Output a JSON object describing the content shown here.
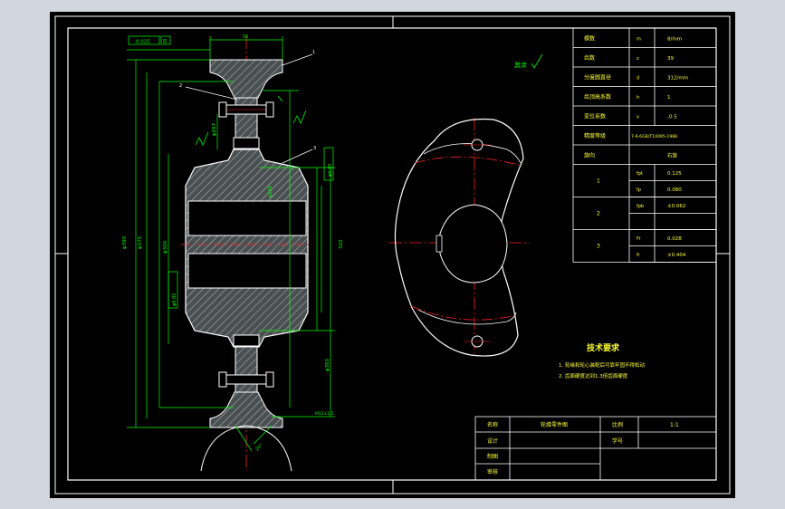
{
  "colors": {
    "frame_bg": "#d2d6de",
    "canvas_bg": "#000000",
    "border": "#ffffff",
    "green": "#00ff00",
    "red": "#ff2020",
    "yellow": "#ffff33",
    "cyan": "#00ffff",
    "section_fill": "#4a5052"
  },
  "params_table": {
    "rows": [
      {
        "name": "模数",
        "sym": "m",
        "val": "8/mm"
      },
      {
        "name": "齿数",
        "sym": "z",
        "val": "39"
      },
      {
        "name": "分度圆直径",
        "sym": "d",
        "val": "312/mm"
      },
      {
        "name": "齿顶高系数",
        "sym": "h",
        "val": "1"
      },
      {
        "name": "变位系数",
        "sym": "x",
        "val": "-0.5"
      },
      {
        "name": "精度等级",
        "sym": "",
        "val": "7-6-6GB/T10095-1988"
      },
      {
        "name": "旋向",
        "sym": "",
        "val": "右旋"
      }
    ],
    "groups": [
      {
        "label": "1",
        "items": [
          {
            "sym": "fpt",
            "val": "0.125"
          },
          {
            "sym": "fp",
            "val": "0.080"
          }
        ]
      },
      {
        "label": "2",
        "items": [
          {
            "sym": "fpb",
            "val": "±0.062"
          },
          {
            "sym": "",
            "val": ""
          }
        ]
      },
      {
        "label": "3",
        "items": [
          {
            "sym": "Fr",
            "val": "0.028"
          },
          {
            "sym": "fi",
            "val": "±0.404"
          }
        ]
      }
    ]
  },
  "tech_requirements": {
    "title": "技术要求",
    "items": [
      "1. 轮缘和轮心装配后可靠牢固不得松动",
      "2. 齿面硬度达到1.3倍齿面硬度"
    ]
  },
  "roughness_note": "其余",
  "title_block": {
    "name_label": "名称",
    "name_value": "轮缘零件图",
    "scale_label": "比例",
    "scale_value": "1:1",
    "design_label": "设计",
    "student_id_label": "学号",
    "drawing_label": "制图",
    "review_label": "审核"
  },
  "section_labels": [
    "1",
    "2",
    "3"
  ],
  "dims": {
    "top_width": "56",
    "tol_box": "0.025",
    "datum": "B",
    "left1": "φ390",
    "left2": "φ375",
    "left3": "φ300",
    "left4": "φ267",
    "right1": "φ0.05",
    "right2": "φ0.02",
    "right3": "320",
    "right4": "φ350",
    "bottom_right": "M12×1.5",
    "angle": "20°",
    "lower_len": "φ160"
  }
}
